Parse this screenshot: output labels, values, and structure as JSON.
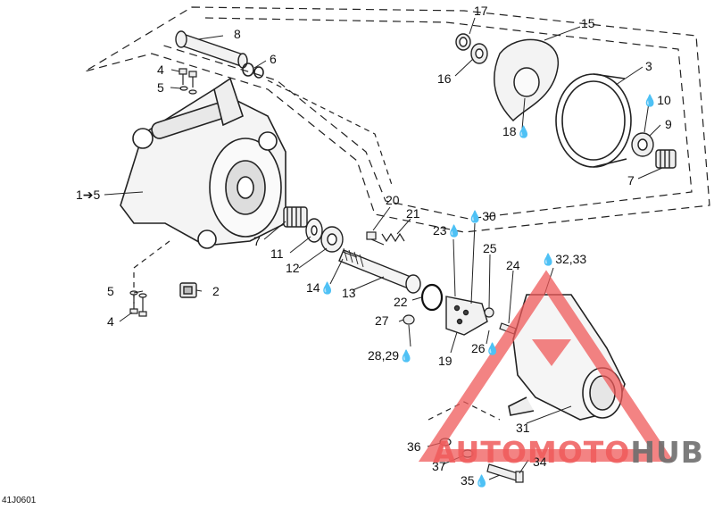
{
  "diagram": {
    "code": "41J0601",
    "callouts": [
      {
        "id": "c1to5",
        "text": "1➔5",
        "drop": false
      },
      {
        "id": "c2",
        "text": "2",
        "drop": false
      },
      {
        "id": "c3",
        "text": "3",
        "drop": false
      },
      {
        "id": "c4a",
        "text": "4",
        "drop": false
      },
      {
        "id": "c4b",
        "text": "4",
        "drop": false
      },
      {
        "id": "c5a",
        "text": "5",
        "drop": false
      },
      {
        "id": "c5b",
        "text": "5",
        "drop": false
      },
      {
        "id": "c6",
        "text": "6",
        "drop": false
      },
      {
        "id": "c7a",
        "text": "7",
        "drop": false
      },
      {
        "id": "c7b",
        "text": "7",
        "drop": false
      },
      {
        "id": "c8",
        "text": "8",
        "drop": false
      },
      {
        "id": "c9",
        "text": "9",
        "drop": false
      },
      {
        "id": "c10",
        "text": "10",
        "drop": true
      },
      {
        "id": "c11",
        "text": "11",
        "drop": false
      },
      {
        "id": "c12",
        "text": "12",
        "drop": false
      },
      {
        "id": "c13",
        "text": "13",
        "drop": false
      },
      {
        "id": "c14",
        "text": "14",
        "drop": true
      },
      {
        "id": "c15",
        "text": "15",
        "drop": false
      },
      {
        "id": "c16",
        "text": "16",
        "drop": false
      },
      {
        "id": "c17",
        "text": "17",
        "drop": false
      },
      {
        "id": "c18",
        "text": "18",
        "drop": true
      },
      {
        "id": "c19",
        "text": "19",
        "drop": false
      },
      {
        "id": "c20",
        "text": "20",
        "drop": false
      },
      {
        "id": "c21",
        "text": "21",
        "drop": false
      },
      {
        "id": "c22",
        "text": "22",
        "drop": false
      },
      {
        "id": "c23",
        "text": "23",
        "drop": true
      },
      {
        "id": "c24",
        "text": "24",
        "drop": false
      },
      {
        "id": "c25",
        "text": "25",
        "drop": false
      },
      {
        "id": "c26",
        "text": "26",
        "drop": true
      },
      {
        "id": "c27",
        "text": "27",
        "drop": false
      },
      {
        "id": "c2829",
        "text": "28,29",
        "drop": true
      },
      {
        "id": "c30",
        "text": "30",
        "drop": true
      },
      {
        "id": "c31",
        "text": "31",
        "drop": false
      },
      {
        "id": "c3233",
        "text": "32,33",
        "drop": true
      },
      {
        "id": "c34",
        "text": "34",
        "drop": false
      },
      {
        "id": "c35",
        "text": "35",
        "drop": true
      },
      {
        "id": "c36",
        "text": "36",
        "drop": false
      },
      {
        "id": "c37",
        "text": "37",
        "drop": false
      }
    ],
    "drop_symbol": "💧"
  },
  "watermark": {
    "part1": "AUTOMOTO",
    "part2": "HUB",
    "color1": "#ef5a5a",
    "color2": "#6e6e6e"
  }
}
